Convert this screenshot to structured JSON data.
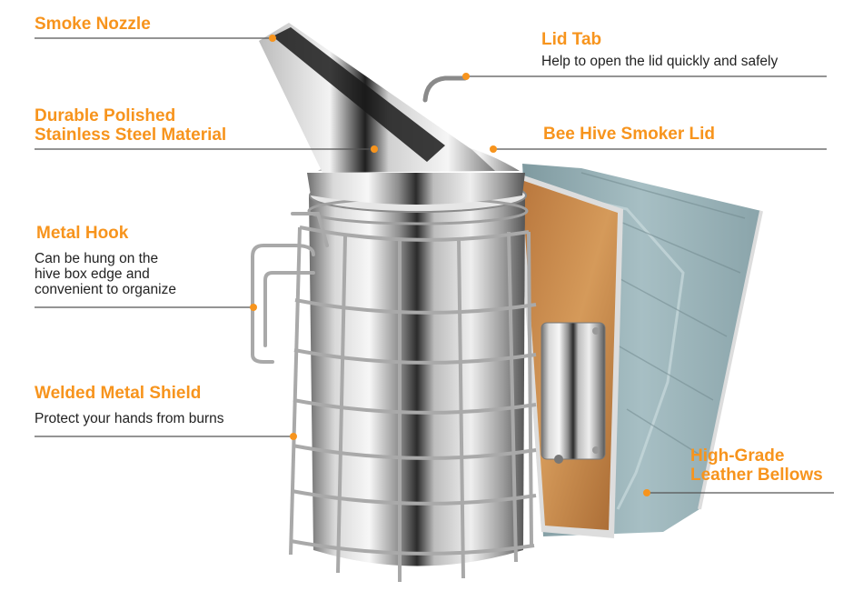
{
  "accent_color": "#f7941d",
  "line_color": "#555555",
  "callouts": {
    "smoke_nozzle": {
      "title": "Smoke Nozzle"
    },
    "lid_tab": {
      "title": "Lid Tab",
      "desc": "Help to open the lid quickly and safely"
    },
    "material": {
      "title_line1": "Durable Polished",
      "title_line2": "Stainless Steel Material"
    },
    "smoker_lid": {
      "title": "Bee Hive Smoker Lid"
    },
    "metal_hook": {
      "title": "Metal Hook",
      "desc_line1": "Can be hung on the",
      "desc_line2": "hive box edge and",
      "desc_line3": "convenient to organize"
    },
    "shield": {
      "title": "Welded Metal Shield",
      "desc": "Protect your hands from burns"
    },
    "bellows": {
      "title_line1": "High-Grade",
      "title_line2": "Leather Bellows"
    }
  }
}
